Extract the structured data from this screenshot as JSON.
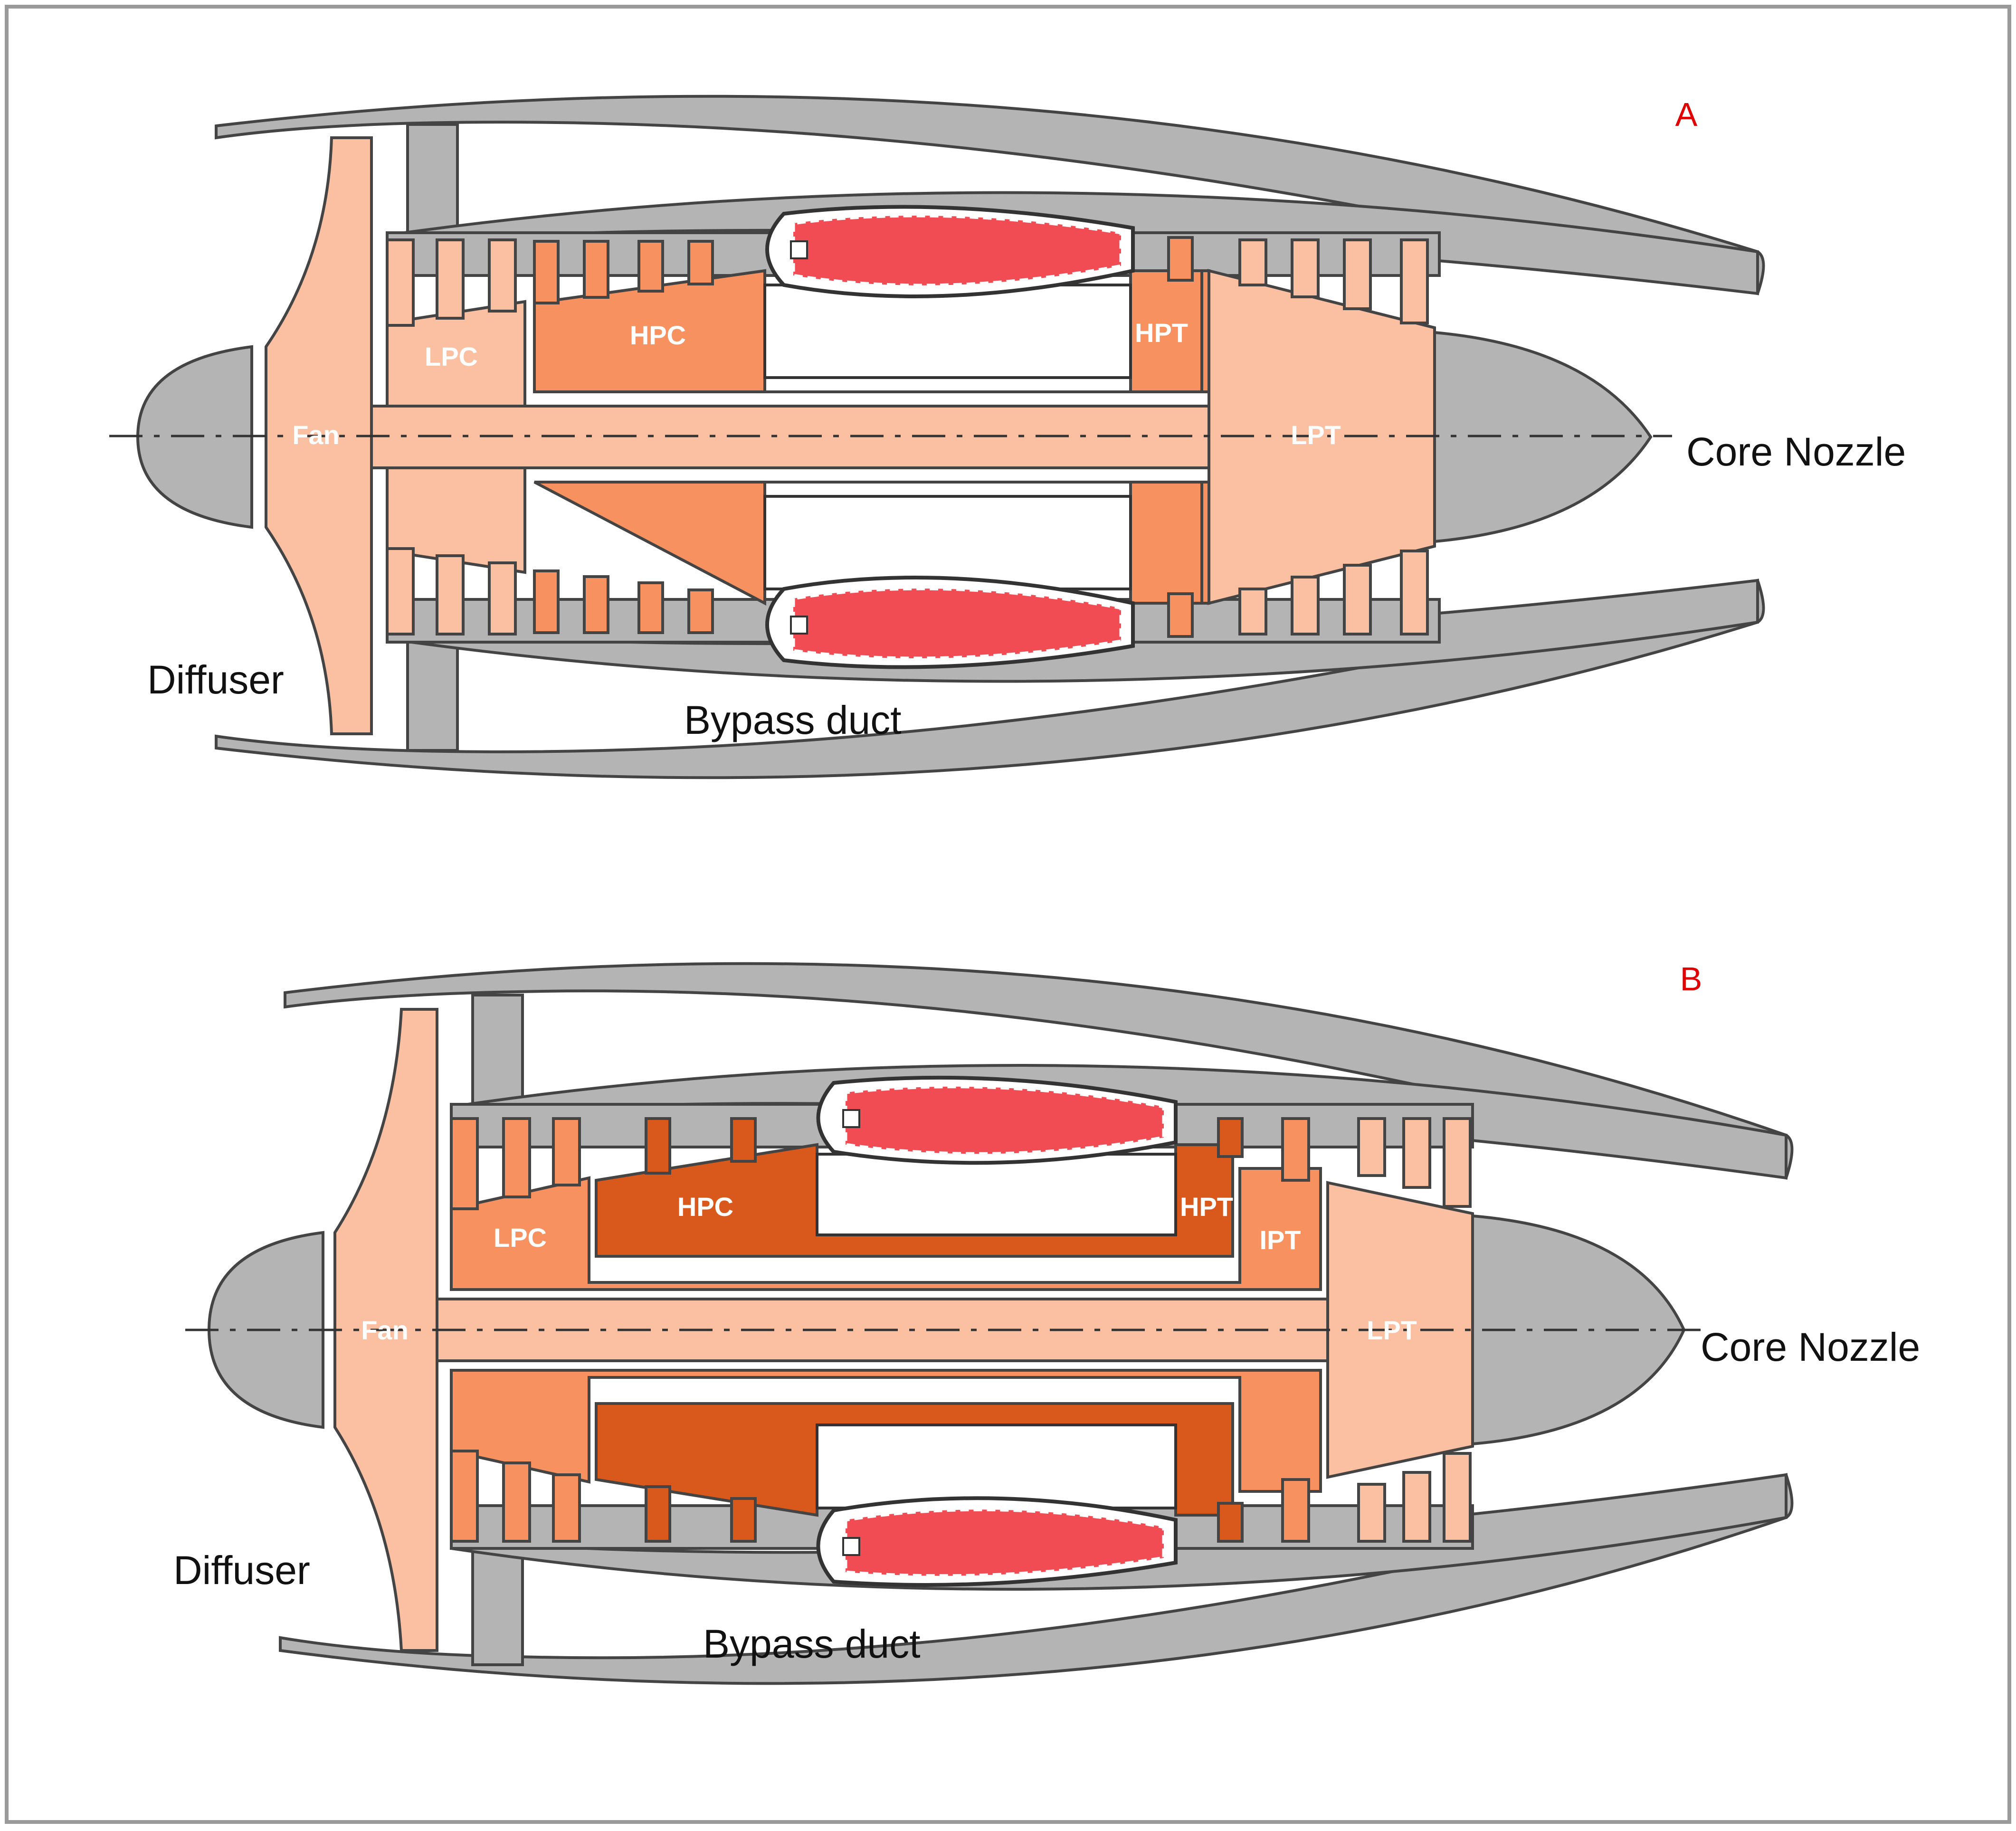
{
  "diagrams": [
    {
      "id": "A",
      "tag": "A",
      "components": {
        "fan": "Fan",
        "lpc": "LPC",
        "hpc": "HPC",
        "hpt": "HPT",
        "lpt": "LPT"
      },
      "callouts": {
        "core_nozzle": "Core Nozzle",
        "diffuser": "Diffuser",
        "bypass_duct": "Bypass duct"
      }
    },
    {
      "id": "B",
      "tag": "B",
      "components": {
        "fan": "Fan",
        "lpc": "LPC",
        "hpc": "HPC",
        "hpt": "HPT",
        "ipt": "IPT",
        "lpt": "LPT"
      },
      "callouts": {
        "core_nozzle": "Core Nozzle",
        "diffuser": "Diffuser",
        "bypass_duct": "Bypass duct"
      }
    }
  ],
  "colors": {
    "casing_gray": "#b4b4b4",
    "light_spool": "#fbbfa2",
    "mid_spool": "#f79160",
    "dark_spool": "#d9581b",
    "combustor_flame": "#f14c54",
    "tag_red": "#e00000",
    "frame": "#9a9a9a"
  }
}
